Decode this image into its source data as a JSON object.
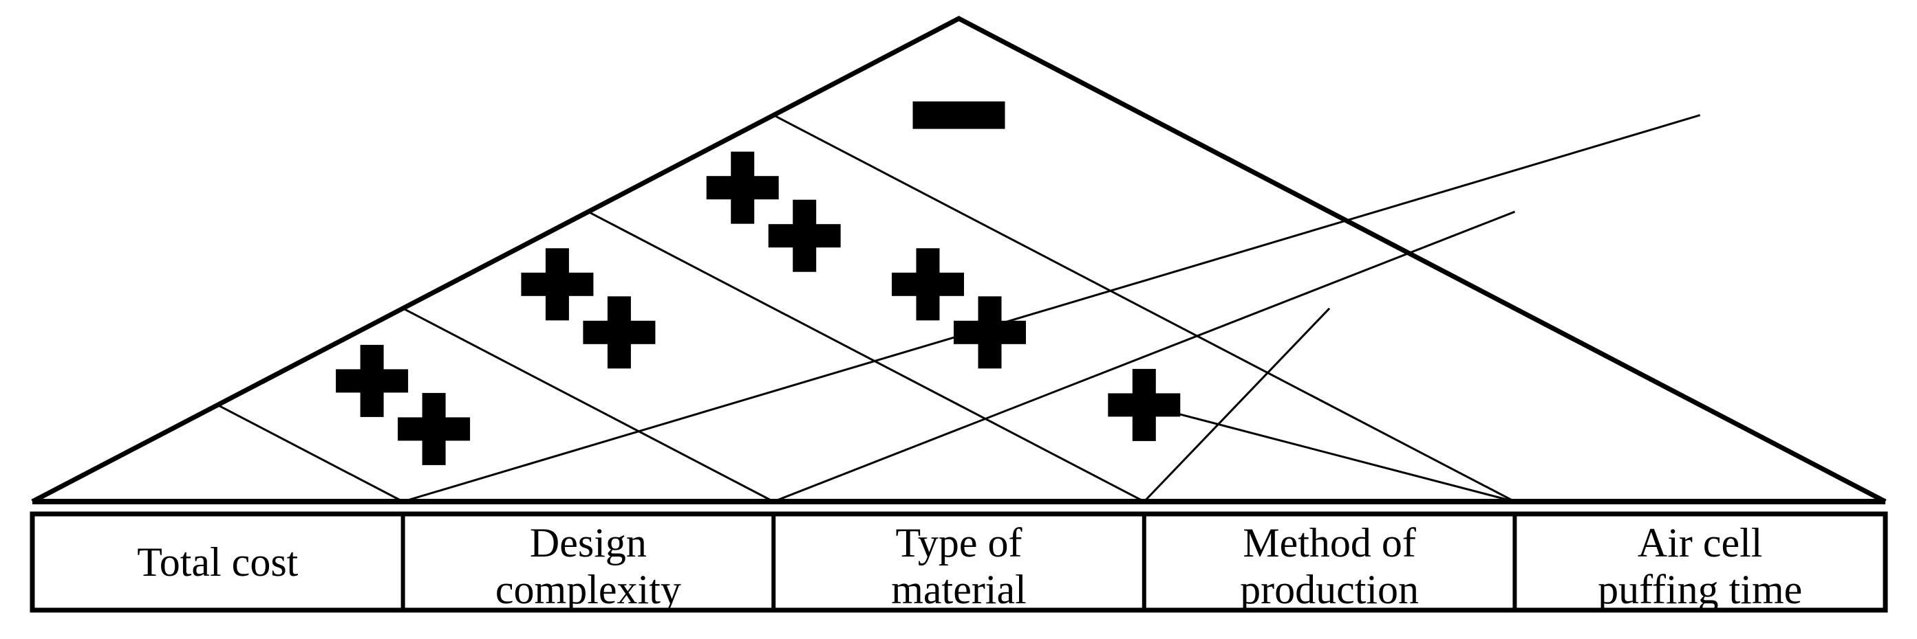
{
  "diagram": {
    "type": "correlation-roof-matrix",
    "colors": {
      "line": "#000000",
      "background": "#ffffff",
      "symbol": "#000000"
    },
    "criteria": [
      {
        "lines": [
          "Total cost"
        ]
      },
      {
        "lines": [
          "Design",
          "complexity"
        ]
      },
      {
        "lines": [
          "Type of",
          "material"
        ]
      },
      {
        "lines": [
          "Method of",
          "production"
        ]
      },
      {
        "lines": [
          "Air cell",
          "puffing time"
        ]
      }
    ],
    "correlations": [
      {
        "between": [
          1,
          2
        ],
        "symbol": "strong-positive",
        "glyph": "++"
      },
      {
        "between": [
          1,
          3
        ],
        "symbol": "strong-positive",
        "glyph": "++"
      },
      {
        "between": [
          1,
          4
        ],
        "symbol": "strong-positive",
        "glyph": "++"
      },
      {
        "between": [
          1,
          5
        ],
        "symbol": "negative",
        "glyph": "−"
      },
      {
        "between": [
          2,
          4
        ],
        "symbol": "strong-positive",
        "glyph": "++"
      },
      {
        "between": [
          3,
          4
        ],
        "symbol": "positive",
        "glyph": "+"
      }
    ]
  }
}
